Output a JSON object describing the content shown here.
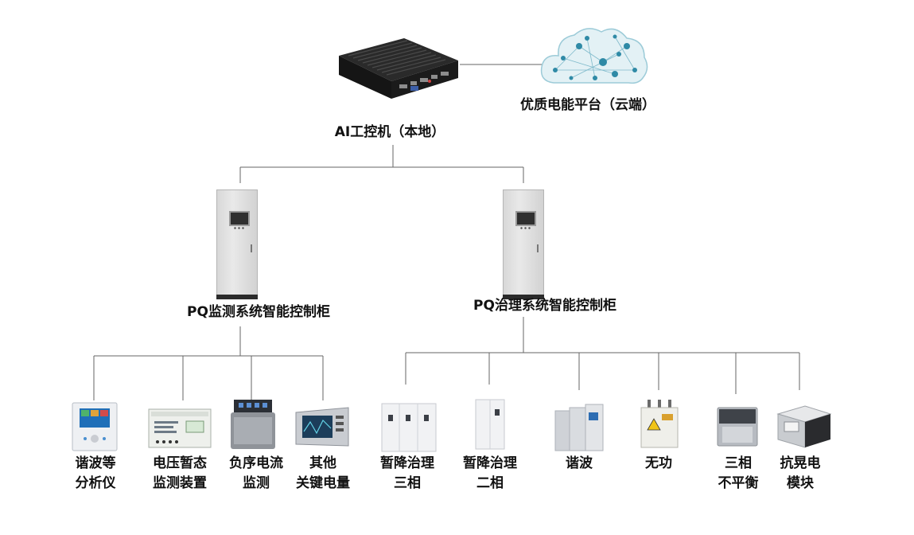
{
  "top": {
    "local_label": "AI工控机（本地）",
    "cloud_label": "优质电能平台（云端）"
  },
  "cabinets": {
    "monitor_label": "PQ监测系统智能控制柜",
    "control_label": "PQ治理系统智能控制柜"
  },
  "monitor_devices": [
    {
      "line1": "谐波等",
      "line2": "分析仪"
    },
    {
      "line1": "电压暂态",
      "line2": "监测装置"
    },
    {
      "line1": "负序电流",
      "line2": "监测"
    },
    {
      "line1": "其他",
      "line2": "关键电量"
    }
  ],
  "control_devices": [
    {
      "line1": "暂降治理",
      "line2": "三相"
    },
    {
      "line1": "暂降治理",
      "line2": "二相"
    },
    {
      "line1": "谐波",
      "line2": ""
    },
    {
      "line1": "无功",
      "line2": ""
    },
    {
      "line1": "三相",
      "line2": "不平衡"
    },
    {
      "line1": "抗晃电",
      "line2": "模块"
    }
  ],
  "colors": {
    "line": "#555555",
    "text": "#111111",
    "cloud": "#6fb6c9",
    "device_dark": "#1e1e1e"
  }
}
